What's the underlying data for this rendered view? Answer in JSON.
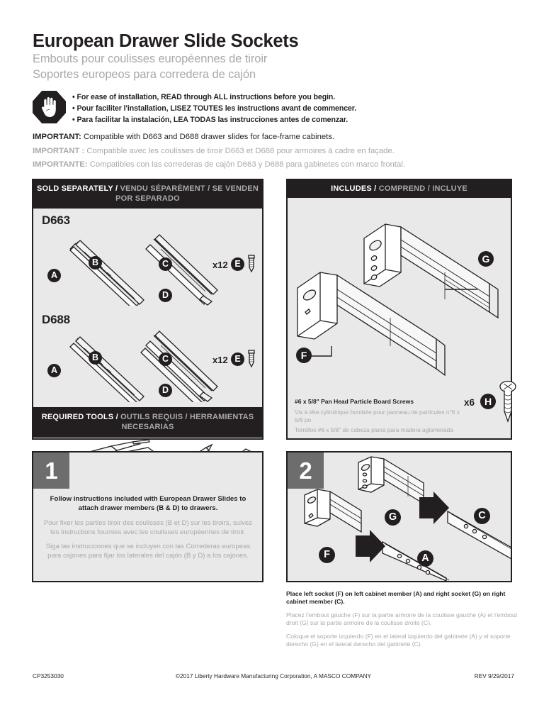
{
  "header": {
    "title": "European Drawer Slide Sockets",
    "subtitle_fr": "Embouts pour coulisses européennes de tiroir",
    "subtitle_es": "Soportes europeos para corredera de cajón"
  },
  "warning": {
    "icon": "hand-stop-icon",
    "lines": [
      "• For ease of installation, READ through ALL instructions before you begin.",
      "• Pour faciliter l'installation, LISEZ TOUTES les instructions avant de commencer.",
      "• Para facilitar la instalación, LEA TODAS las instrucciones antes de comenzar."
    ]
  },
  "important": {
    "en_key": "IMPORTANT:",
    "en_text": " Compatible with D663 and D688 drawer slides for face-frame cabinets.",
    "fr_key": "IMPORTANT :",
    "fr_text": " Compatible avec les coulisses de tiroir D663 et D688 pour armoires à cadre en façade.",
    "es_key": "IMPORTANTE:",
    "es_text": " Compatibles con las correderas de cajón D663 y D688 para gabinetes con marco frontal."
  },
  "panels": {
    "sold_separately": {
      "bar_en": "SOLD SEPARATELY / ",
      "bar_fr_es": "VENDU SÉPARÉMENT / SE VENDEN POR SEPARADO",
      "groups": [
        {
          "model": "D663",
          "callouts": [
            "A",
            "B",
            "C",
            "D"
          ],
          "qty_label": "x12",
          "qty_callout": "E"
        },
        {
          "model": "D688",
          "callouts": [
            "A",
            "B",
            "C",
            "D"
          ],
          "qty_label": "x12",
          "qty_callout": "E"
        }
      ]
    },
    "required_tools": {
      "bar_en": "REQUIRED TOOLS / ",
      "bar_fr_es": "OUTILS REQUIS / HERRAMIENTAS NECESARIAS",
      "tools": [
        "phillips-screwdriver-icon",
        "tape-measure-icon",
        "pencil-icon",
        "drill-template-icon"
      ]
    },
    "includes": {
      "bar_en": "INCLUDES / ",
      "bar_fr_es": "COMPREND / INCLUYE",
      "callouts": [
        "F",
        "G"
      ],
      "screws": {
        "en": "#6 x 5/8\" Pan Head Particle Board Screws",
        "fr": "Vis à tête cylindrique bombée pour panneau de particules n°6 x 5/8 po",
        "es": "Tornillos #6 x 5/8\" de cabeza plana para madera aglomerada",
        "qty_label": "x6",
        "qty_callout": "H"
      }
    }
  },
  "steps": [
    {
      "number": "1",
      "en": "Follow instructions included with European Drawer Slides to attach drawer members (B & D) to drawers.",
      "fr": "Pour fixer les parties tiroir des coulisses (B et D) sur les tiroirs, suivez les instructions fournies avec les coulisses européennes de tiroir.",
      "es": "Siga las instrucciones que se incluyen con las Correderas europeas para cajones para fijar los laterales del cajón (B y D) a los cajones."
    },
    {
      "number": "2",
      "callouts": [
        "F",
        "G",
        "A",
        "C"
      ],
      "en": "Place left socket (F) on left cabinet member (A) and right socket (G) on right cabinet member (C).",
      "fr": "Placez l'embout gauche (F) sur la partie armoire de la coulisse gauche (A) et l'embout droit (G) sur la partie armoire de la coulisse droite (C).",
      "es": "Coloque el soporte izquierdo (F) en el lateral izquierdo del gabinete (A) y el soporte derecho (G) en el lateral derecho del gabinete (C)."
    }
  ],
  "footer": {
    "part_number": "CP3253030",
    "copyright": "©2017 Liberty Hardware Manufacturing Corporation, A MASCO COMPANY",
    "revision": "REV 9/29/2017"
  },
  "colors": {
    "ink": "#231f20",
    "gray_text": "#a7a9ac",
    "panel_bg": "#e9e9e9",
    "step_badge": "#6d6d6d"
  }
}
